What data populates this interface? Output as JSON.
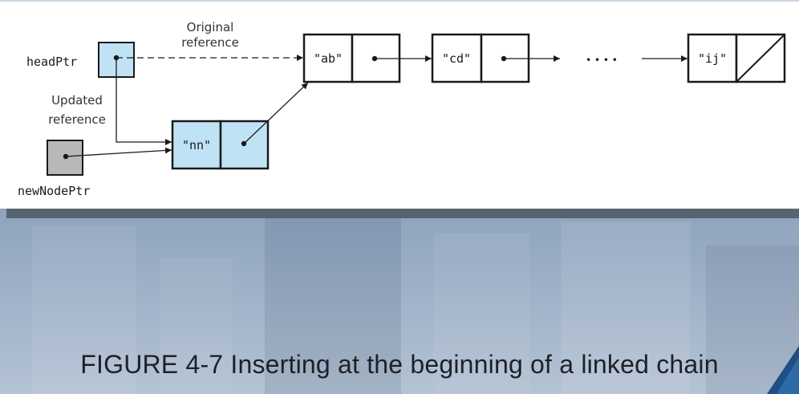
{
  "diagram": {
    "head_pointer_label": "headPtr",
    "new_node_pointer_label": "newNodePtr",
    "original_reference_line1": "Original",
    "original_reference_line2": "reference",
    "updated_reference_line1": "Updated",
    "updated_reference_line2": "reference",
    "ellipsis": "• • • •",
    "nodes": [
      {
        "item": "\"ab\""
      },
      {
        "item": "\"cd\""
      },
      {
        "item": "\"ij\""
      },
      {
        "item": "\"nn\""
      }
    ],
    "colors": {
      "highlight_fill": "#bfe3f5",
      "new_ptr_fill": "#b8b8b8",
      "line": "#1a1a1a"
    }
  },
  "caption": "FIGURE 4-7 Inserting at the beginning of a linked chain"
}
